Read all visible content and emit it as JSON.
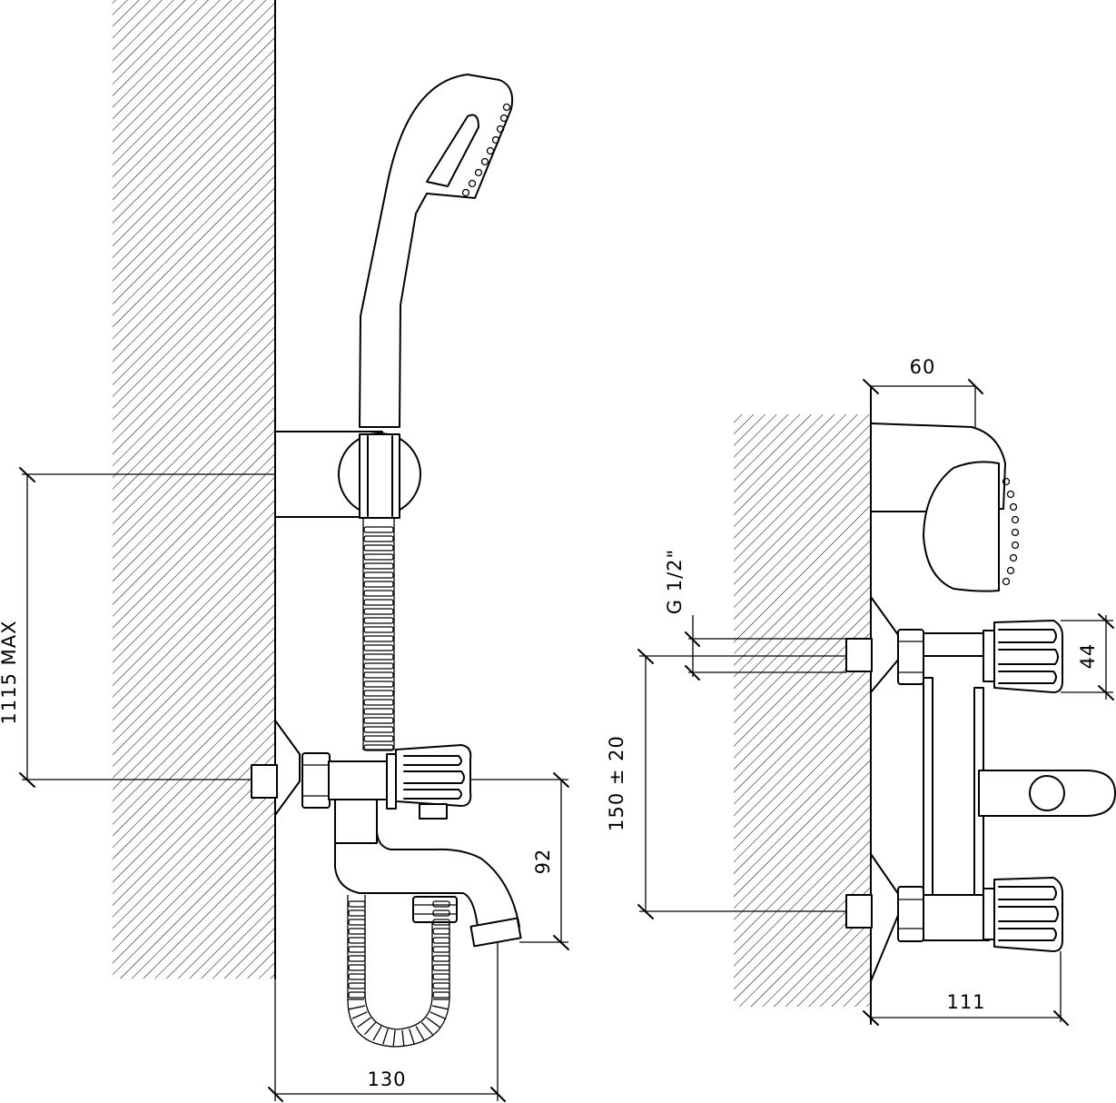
{
  "dimensions": {
    "side": {
      "height_max": "1115 MAX",
      "spout_drop": "92",
      "projection": "130"
    },
    "front": {
      "outlet_depth": "60",
      "thread": "G 1/2\"",
      "handle_height": "44",
      "center_distance": "150 ± 20",
      "width": "111"
    }
  }
}
